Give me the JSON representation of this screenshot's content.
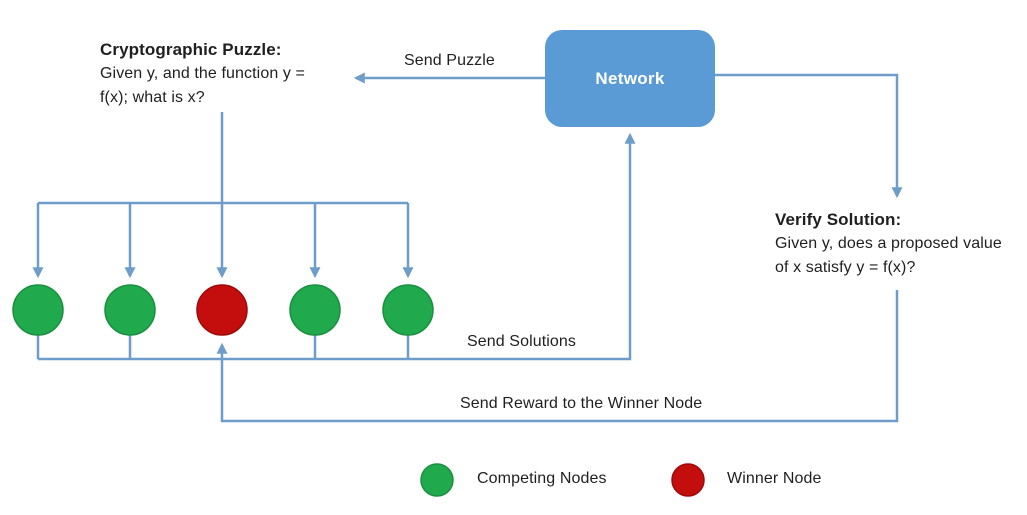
{
  "colors": {
    "line": "#6E9DC9",
    "network_fill": "#5B9BD5",
    "network_text": "#FFFFFF",
    "competing": "#21A94E",
    "winner": "#C40E0E"
  },
  "network": {
    "label": "Network"
  },
  "puzzle_note": {
    "title": "Cryptographic Puzzle:",
    "lines": [
      "Given y, and the function y =",
      "f(x); what is x?"
    ]
  },
  "verify_note": {
    "title": "Verify Solution:",
    "lines": [
      "Given y, does a proposed value",
      "of x satisfy y = f(x)?"
    ]
  },
  "flow_labels": {
    "send_puzzle": "Send Puzzle",
    "send_solutions": "Send Solutions",
    "send_reward": "Send Reward to the Winner Node"
  },
  "nodes": {
    "types": [
      "competing",
      "competing",
      "winner",
      "competing",
      "competing"
    ],
    "competing_count": 4,
    "winner_count": 1
  },
  "legend": {
    "competing_label": "Competing Nodes",
    "winner_label": "Winner Node"
  }
}
